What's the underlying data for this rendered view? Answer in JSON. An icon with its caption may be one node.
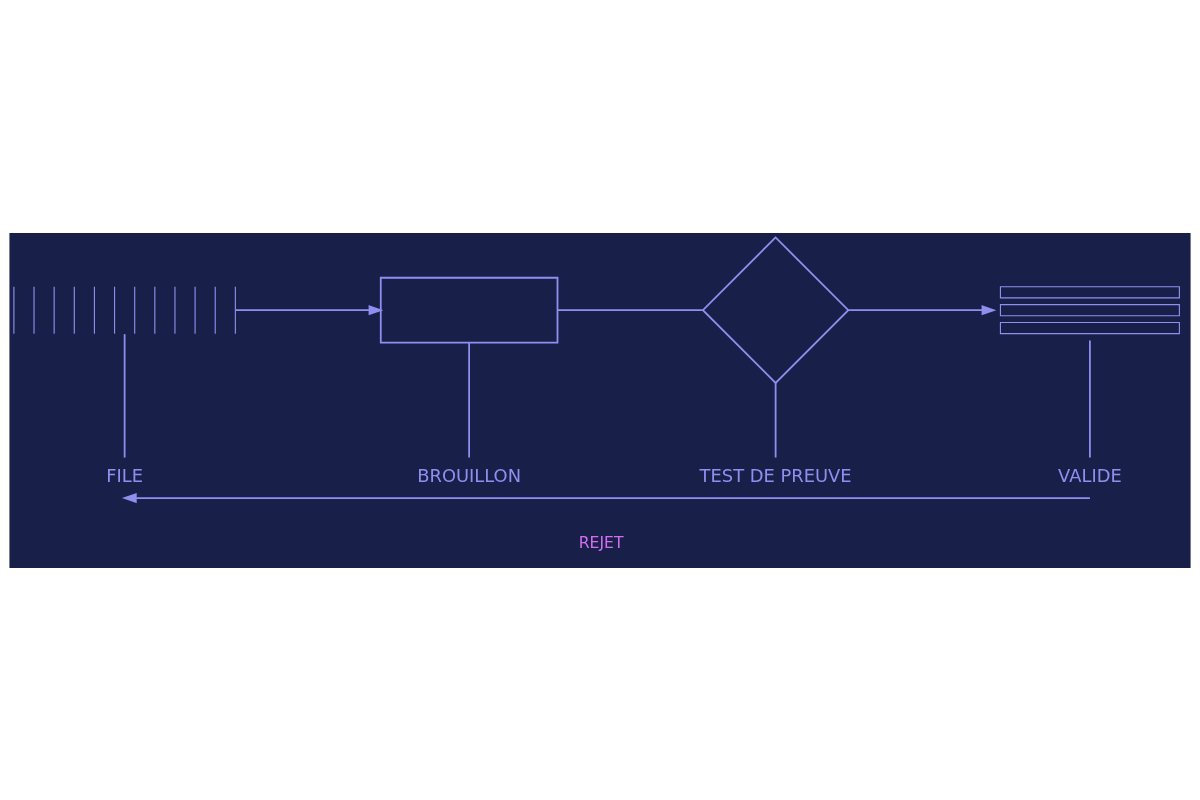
{
  "diagram": {
    "nodes": [
      {
        "text": [],
        "shape": "bar"
      },
      {
        "text": [],
        "shape": "box"
      },
      {
        "text": [],
        "shape": "diamond"
      },
      {
        "text": [],
        "shape": "bar"
      },
      {
        "text": [
          "FILE"
        ]
      },
      {
        "text": [
          "BROUILLON"
        ]
      },
      {
        "text": [
          "TEST DE PREUVE"
        ]
      },
      {
        "text": [
          "VALIDE"
        ]
      }
    ],
    "edges": [
      {
        "from": 0,
        "to": 1,
        "arrow": "to"
      },
      {
        "from": 1,
        "to": 2,
        "arrow": "none"
      },
      {
        "from": 2,
        "to": 3,
        "arrow": "to"
      },
      {
        "from": 4,
        "to": 0,
        "arrow": "none"
      },
      {
        "from": 5,
        "to": 1,
        "arrow": "none"
      },
      {
        "from": 6,
        "to": 2,
        "arrow": "none"
      },
      {
        "from": 7,
        "to": 3,
        "arrow": "none"
      },
      {
        "from": 7,
        "to": 4,
        "arrow": "to",
        "label": "REJET"
      }
    ]
  }
}
